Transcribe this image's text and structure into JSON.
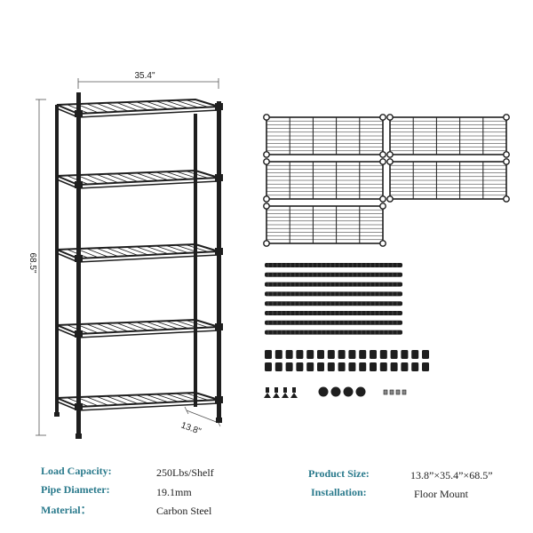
{
  "dimensions": {
    "width": "35.4\"",
    "height": "68.5\"",
    "depth": "13.8\""
  },
  "kit": {
    "shelf_count": 5,
    "pole_count": 8,
    "sleeve_count": 32,
    "feet_count": 4,
    "leveler_count": 4,
    "bolt_count": 4
  },
  "colors": {
    "label": "#2a7a8c",
    "product": "#1e1e1e"
  },
  "specs": {
    "load_capacity": {
      "label": "Load Capacity:",
      "value": "250Lbs/Shelf"
    },
    "pipe_diameter": {
      "label": "Pipe Diameter:",
      "value": "19.1mm"
    },
    "material": {
      "label": "Material：",
      "value": "Carbon Steel"
    },
    "product_size": {
      "label": "Product Size:",
      "value": "13.8”×35.4”×68.5”"
    },
    "installation": {
      "label": "Installation:",
      "value": "Floor Mount"
    }
  }
}
